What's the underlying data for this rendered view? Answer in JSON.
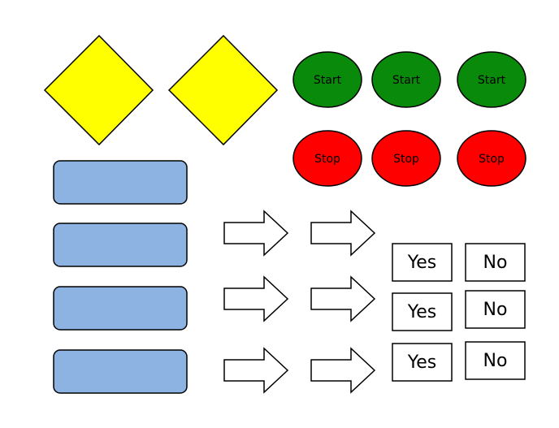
{
  "palette": {
    "decision_fill": "#ffff00",
    "start_fill": "#0a8a0a",
    "stop_fill": "#ff0000",
    "process_fill": "#8db3e2",
    "outline": "#000000",
    "start_text": "#000000",
    "stop_text": "#000000"
  },
  "decisions": [
    {
      "shape": "diamond"
    },
    {
      "shape": "diamond"
    }
  ],
  "start_terminals": [
    {
      "label": "Start"
    },
    {
      "label": "Start"
    },
    {
      "label": "Start"
    }
  ],
  "stop_terminals": [
    {
      "label": "Stop"
    },
    {
      "label": "Stop"
    },
    {
      "label": "Stop"
    }
  ],
  "process_boxes": [
    {
      "shape": "rounded-rectangle"
    },
    {
      "shape": "rounded-rectangle"
    },
    {
      "shape": "rounded-rectangle"
    },
    {
      "shape": "rounded-rectangle"
    }
  ],
  "arrows": [
    {
      "icon": "right-arrow-icon"
    },
    {
      "icon": "right-arrow-icon"
    },
    {
      "icon": "right-arrow-icon"
    },
    {
      "icon": "right-arrow-icon"
    },
    {
      "icon": "right-arrow-icon"
    },
    {
      "icon": "right-arrow-icon"
    }
  ],
  "answer_rows": [
    {
      "yes": "Yes",
      "no": "No"
    },
    {
      "yes": "Yes",
      "no": "No"
    },
    {
      "yes": "Yes",
      "no": "No"
    }
  ]
}
